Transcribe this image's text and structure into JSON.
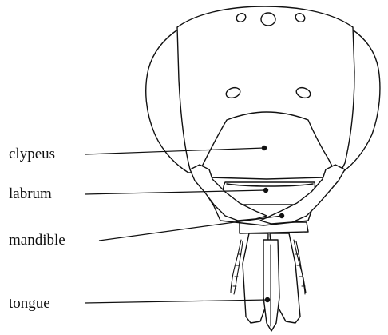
{
  "diagram": {
    "labels": [
      {
        "key": "clypeus",
        "text": "clypeus"
      },
      {
        "key": "labrum",
        "text": "labrum"
      },
      {
        "key": "mandible",
        "text": "mandible"
      },
      {
        "key": "tongue",
        "text": "tongue"
      }
    ],
    "colors": {
      "line": "#111111",
      "background": "#ffffff"
    }
  }
}
